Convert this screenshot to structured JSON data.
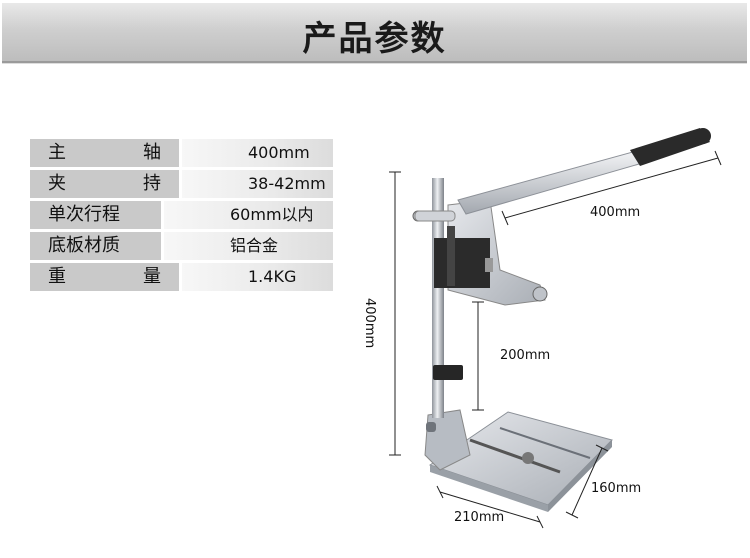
{
  "banner": {
    "title": "产品参数"
  },
  "specs": [
    {
      "label_a": "主",
      "label_b": "轴",
      "value": "400mm"
    },
    {
      "label_a": "夹",
      "label_b": "持",
      "value": "38-42mm"
    },
    {
      "label": "单次行程",
      "value": "60mm以内"
    },
    {
      "label": "底板材质",
      "value": "铝合金"
    },
    {
      "label_a": "重",
      "label_b": "量",
      "value": "1.4KG"
    }
  ],
  "dimensions": {
    "height": "400mm",
    "handle": "400mm",
    "stroke": "200mm",
    "base_width": "210mm",
    "base_depth": "160mm"
  },
  "colors": {
    "banner": "#c9c9c9",
    "metal": "#c8ccd2",
    "dark": "#2a2a2a"
  }
}
